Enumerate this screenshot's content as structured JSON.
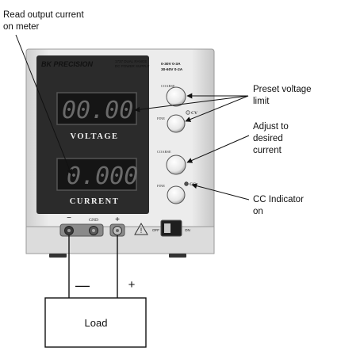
{
  "annotations": {
    "read_meter": [
      "Read output current",
      "on meter"
    ],
    "preset_voltage": [
      "Preset voltage",
      "limit"
    ],
    "adjust_current": [
      "Adjust to",
      "desired",
      "current"
    ],
    "cc_indicator": [
      "CC Indicator",
      "on"
    ]
  },
  "device": {
    "brand": "BK PRECISION",
    "model_lines": [
      "1737 DUAL RANGE",
      "DC POWER SUPPLY"
    ],
    "range_lines": [
      "0-30V  0-3A",
      "30-60V  0-2A"
    ],
    "voltage_display": "00.00",
    "current_display": "0.000",
    "voltage_label": "VOLTAGE",
    "current_label": "CURRENT",
    "knob_labels": [
      "COARSE",
      "FINE",
      "COARSE",
      "FINE"
    ],
    "cv_label": "CV",
    "cc_label": "CC",
    "terminal_minus": "−",
    "terminal_gnd": "GND",
    "terminal_plus": "+",
    "switch_off": "OFF",
    "switch_on": "ON"
  },
  "circuit": {
    "minus_sign": "—",
    "plus_sign": "+",
    "load_label": "Load"
  }
}
